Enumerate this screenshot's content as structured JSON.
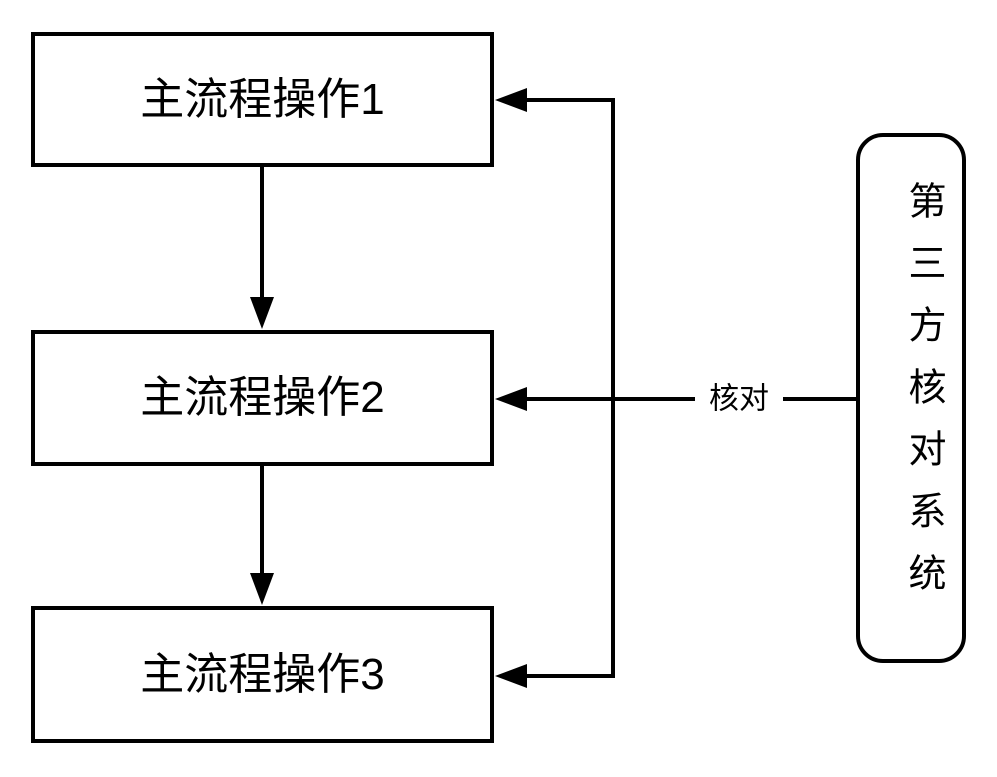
{
  "diagram": {
    "background_color": "#ffffff",
    "stroke_color": "#000000",
    "process_boxes": [
      {
        "label": "主流程操作1"
      },
      {
        "label": "主流程操作2"
      },
      {
        "label": "主流程操作3"
      }
    ],
    "system_box": {
      "label": "第三方核对系统"
    },
    "edge_label": "核对",
    "connections": [
      "主流程操作1 -> 主流程操作2",
      "主流程操作2 -> 主流程操作3",
      "第三方核对系统 -(核对)-> 主流程操作1",
      "第三方核对系统 -(核对)-> 主流程操作2",
      "第三方核对系统 -(核对)-> 主流程操作3"
    ]
  }
}
